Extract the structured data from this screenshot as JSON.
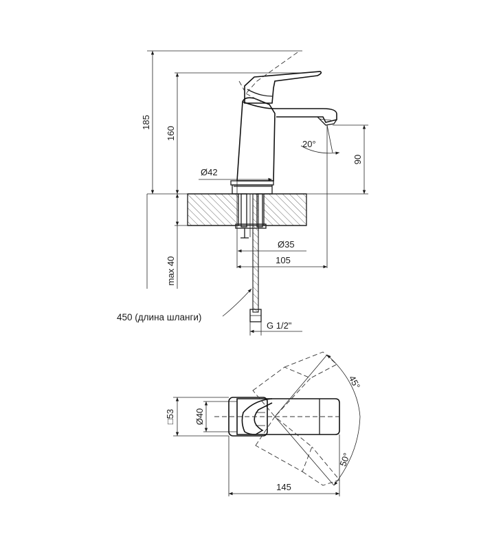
{
  "dimensions": {
    "total_height": "185",
    "body_height": "160",
    "body_diameter": "Ø42",
    "spout_height": "90",
    "spout_angle": "20°",
    "mount_hole": "Ø35",
    "spout_reach": "105",
    "max_counter": "max 40",
    "hose_length": "450 (длина шланги)",
    "thread": "G 1/2\"",
    "base_square": "□53",
    "base_diameter": "Ø40",
    "length": "145",
    "rotation_left": "45°",
    "rotation_right": "50°"
  }
}
